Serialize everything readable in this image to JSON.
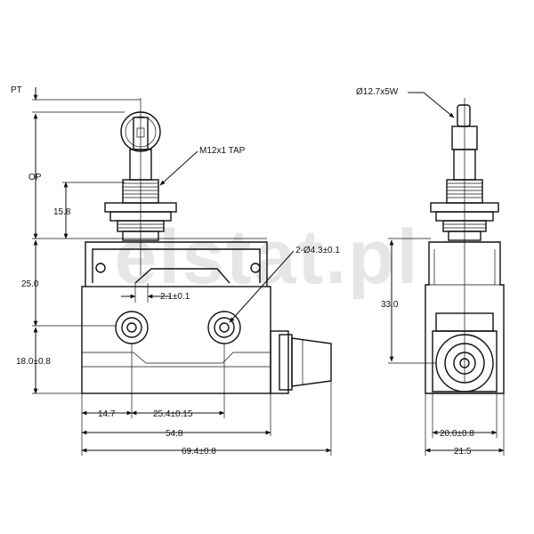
{
  "watermark": "elstat.pl",
  "front_view": {
    "labels": {
      "pt": "PT",
      "op": "OP",
      "tap": "M12x1 TAP",
      "dim_15_8": "15.8",
      "dim_25_0": "25.0",
      "dim_18_0": "18.0±0.8",
      "dim_2_1": "2.1±0.1",
      "dim_2_holes": "2-Ø4.3±0.1",
      "dim_14_7": "14.7",
      "dim_25_4": "25.4±0.15",
      "dim_54_8": "54.8",
      "dim_69_4": "69.4±0.8"
    }
  },
  "side_view": {
    "labels": {
      "roller": "Ø12.7x5W",
      "dim_33_0": "33.0",
      "dim_20_0": "20.0±0.8",
      "dim_21_5": "21.5"
    }
  }
}
